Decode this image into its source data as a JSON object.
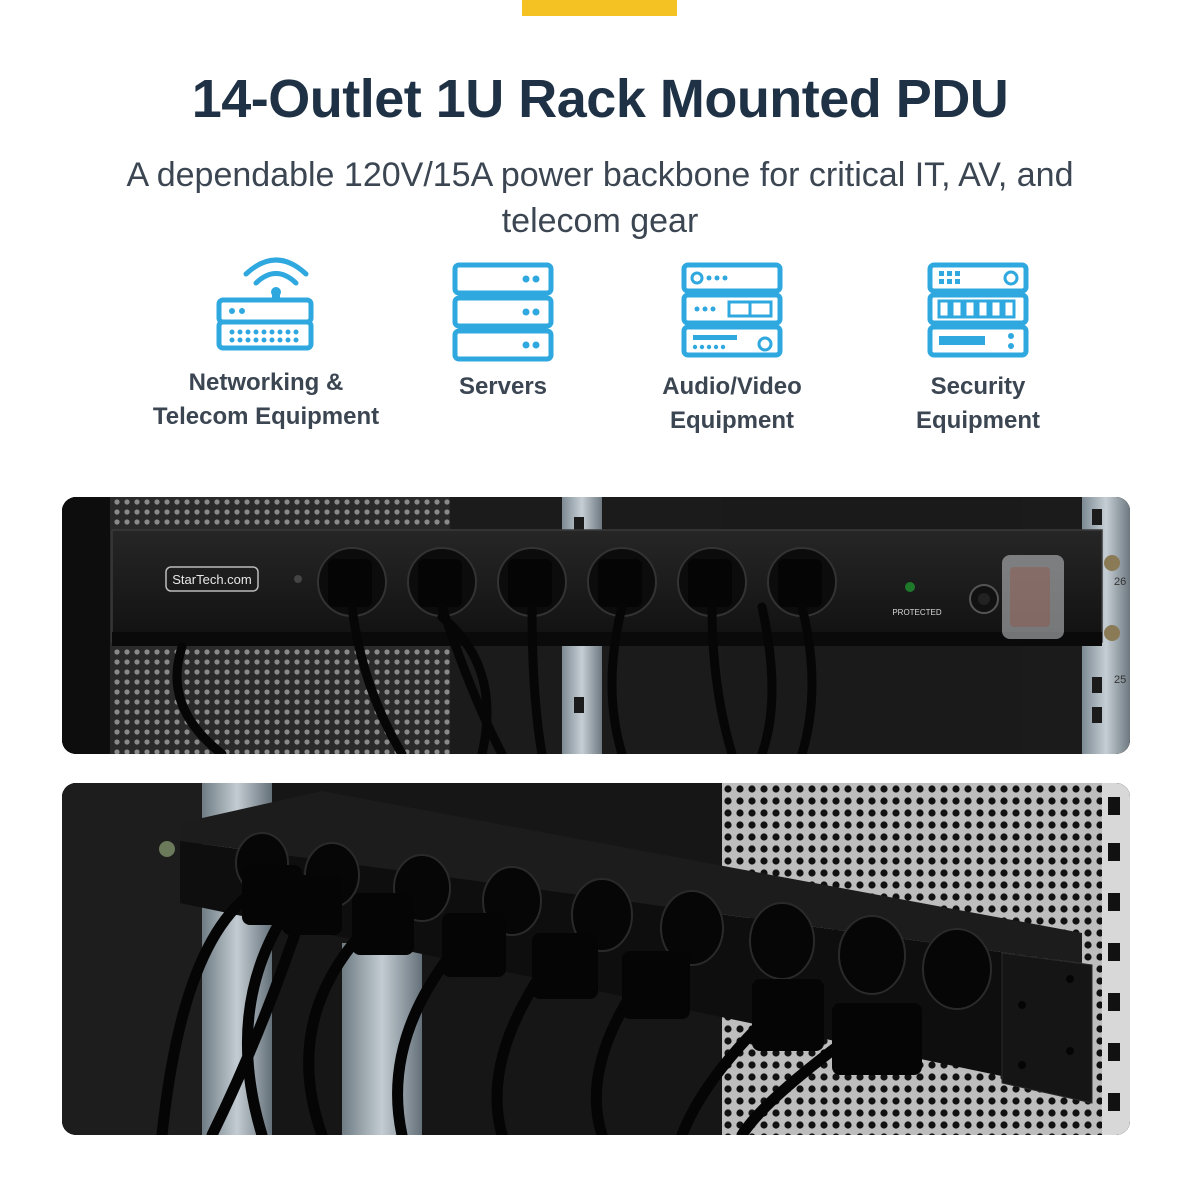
{
  "colors": {
    "accent": "#f5c223",
    "headline": "#1f3145",
    "body_text": "#3b4652",
    "icon_blue": "#2ea8df"
  },
  "header": {
    "title": "14-Outlet 1U Rack Mounted PDU",
    "subtitle": "A dependable 120V/15A power backbone for critical IT, AV, and telecom gear"
  },
  "categories": [
    {
      "icon": "router-icon",
      "label": "Networking &\nTelecom Equipment"
    },
    {
      "icon": "server-stack-icon",
      "label": "Servers"
    },
    {
      "icon": "av-equipment-icon",
      "label": "Audio/Video\nEquipment"
    },
    {
      "icon": "security-recorder-icon",
      "label": "Security\nEquipment"
    }
  ],
  "photo_top": {
    "brand_logo": "StarTech.com",
    "indicator_label": "PROTECTED",
    "rack_unit_labels": [
      "26",
      "25"
    ]
  },
  "photo_bottom": {}
}
